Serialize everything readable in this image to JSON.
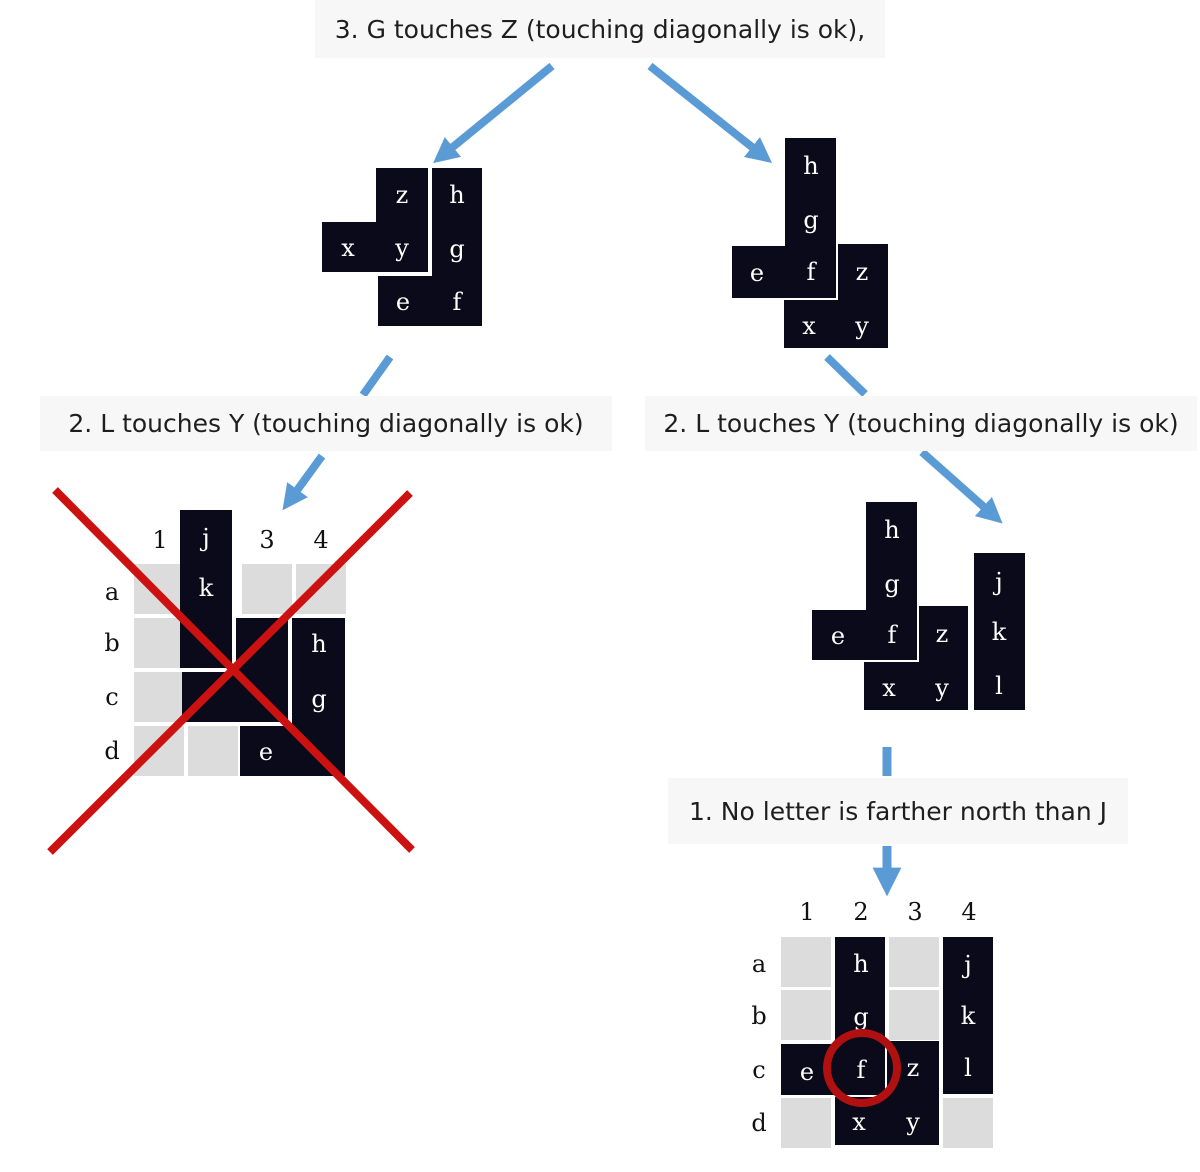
{
  "steps": {
    "step3": "3. G touches Z (touching diagonally is ok),",
    "step2_left": "2. L touches Y (touching diagonally is ok)",
    "step2_right": "2. L touches Y (touching diagonally is ok)",
    "step1": "1. No letter is farther north than J"
  },
  "grid_axes": {
    "columns": [
      "1",
      "2",
      "3",
      "4"
    ],
    "rows": [
      "a",
      "b",
      "c",
      "d"
    ]
  },
  "left_arrangement": {
    "letters": [
      "z",
      "h",
      "x",
      "y",
      "g",
      "e",
      "f"
    ]
  },
  "right_arrangement": {
    "letters": [
      "h",
      "g",
      "e",
      "f",
      "z",
      "x",
      "y"
    ]
  },
  "left_grid": {
    "status": "rejected",
    "letters": [
      "j",
      "k",
      "h",
      "g",
      "e"
    ]
  },
  "right_partial": {
    "letters": [
      "h",
      "g",
      "e",
      "f",
      "z",
      "x",
      "y",
      "j",
      "k",
      "l"
    ]
  },
  "final_grid": {
    "rows": [
      [
        "",
        "h",
        "",
        "j"
      ],
      [
        "",
        "g",
        "",
        "k"
      ],
      [
        "e",
        "f",
        "z",
        "l"
      ],
      [
        "",
        "x",
        "y",
        ""
      ]
    ],
    "highlighted_letter": "f"
  },
  "colors": {
    "arrow": "#5b9bd5",
    "block": "#0a0a1a",
    "empty_cell": "#dcdcdc",
    "cross": "#cc1111",
    "highlight_circle": "#b01010",
    "label_background": "#f7f7f7"
  }
}
